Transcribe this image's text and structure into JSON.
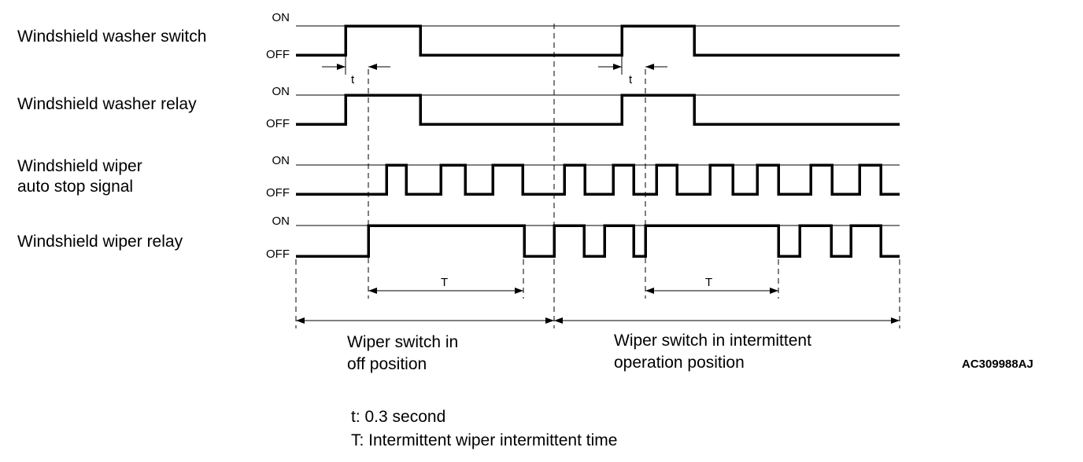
{
  "signals": [
    {
      "name_lines": [
        "Windshield washer switch"
      ],
      "on_label": "ON",
      "off_label": "OFF",
      "levels": [
        [
          0,
          0
        ],
        [
          63,
          1
        ],
        [
          158,
          0
        ],
        [
          414,
          1
        ],
        [
          506,
          0
        ]
      ]
    },
    {
      "name_lines": [
        "Windshield washer relay"
      ],
      "on_label": "ON",
      "off_label": "OFF",
      "levels": [
        [
          0,
          0
        ],
        [
          63,
          1
        ],
        [
          158,
          0
        ],
        [
          414,
          1
        ],
        [
          506,
          0
        ]
      ]
    },
    {
      "name_lines": [
        "Windshield wiper",
        "auto stop signal"
      ],
      "on_label": "ON",
      "off_label": "OFF",
      "levels": [
        [
          0,
          0
        ],
        [
          115,
          1
        ],
        [
          140,
          0
        ],
        [
          184,
          1
        ],
        [
          215,
          0
        ],
        [
          250,
          1
        ],
        [
          288,
          0
        ],
        [
          341,
          1
        ],
        [
          367,
          0
        ],
        [
          403,
          1
        ],
        [
          429,
          0
        ],
        [
          458,
          1
        ],
        [
          484,
          0
        ],
        [
          526,
          1
        ],
        [
          555,
          0
        ],
        [
          586,
          1
        ],
        [
          613,
          0
        ],
        [
          654,
          1
        ],
        [
          681,
          0
        ],
        [
          716,
          1
        ],
        [
          743,
          0
        ]
      ]
    },
    {
      "name_lines": [
        "Windshield wiper relay"
      ],
      "on_label": "ON",
      "off_label": "OFF",
      "levels": [
        [
          0,
          0
        ],
        [
          92,
          1
        ],
        [
          290,
          0
        ],
        [
          328,
          1
        ],
        [
          366,
          0
        ],
        [
          392,
          1
        ],
        [
          429,
          0
        ],
        [
          444,
          1
        ],
        [
          613,
          0
        ],
        [
          640,
          1
        ],
        [
          680,
          0
        ],
        [
          705,
          1
        ],
        [
          743,
          0
        ]
      ]
    }
  ],
  "delay_label": "t",
  "period_label": "T",
  "spans": [
    {
      "lines": [
        "Wiper switch in",
        "off position"
      ]
    },
    {
      "lines": [
        "Wiper switch in intermittent",
        "operation position"
      ]
    }
  ],
  "figure_code": "AC309988AJ",
  "legend": [
    "t: 0.3 second",
    "T: Intermittent wiper intermittent time"
  ]
}
